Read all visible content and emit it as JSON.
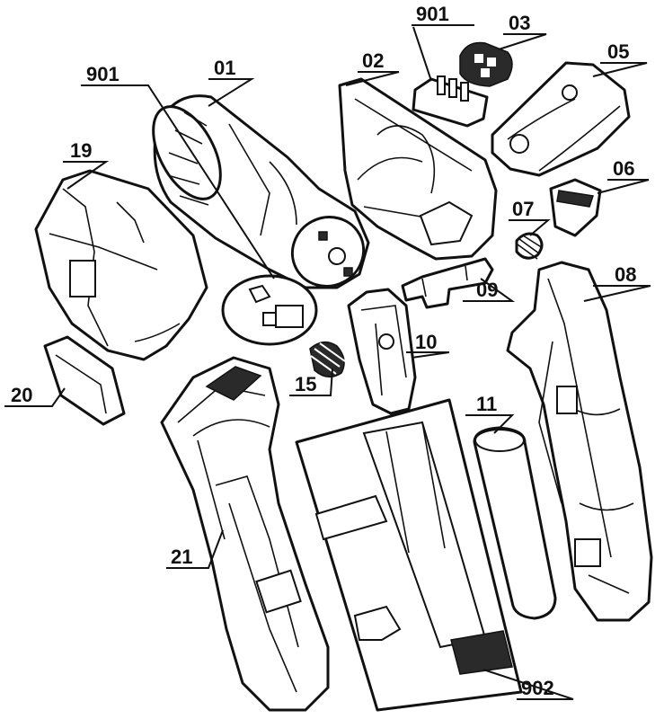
{
  "callouts": [
    {
      "id": "c901a",
      "label": "901"
    },
    {
      "id": "c01",
      "label": "01"
    },
    {
      "id": "c901b",
      "label": "901"
    },
    {
      "id": "c03",
      "label": "03"
    },
    {
      "id": "c02",
      "label": "02"
    },
    {
      "id": "c05",
      "label": "05"
    },
    {
      "id": "c19",
      "label": "19"
    },
    {
      "id": "c06",
      "label": "06"
    },
    {
      "id": "c07",
      "label": "07"
    },
    {
      "id": "c09",
      "label": "09"
    },
    {
      "id": "c08",
      "label": "08"
    },
    {
      "id": "c10",
      "label": "10"
    },
    {
      "id": "c15",
      "label": "15"
    },
    {
      "id": "c20",
      "label": "20"
    },
    {
      "id": "c11",
      "label": "11"
    },
    {
      "id": "c21",
      "label": "21"
    },
    {
      "id": "c902",
      "label": "902"
    }
  ]
}
